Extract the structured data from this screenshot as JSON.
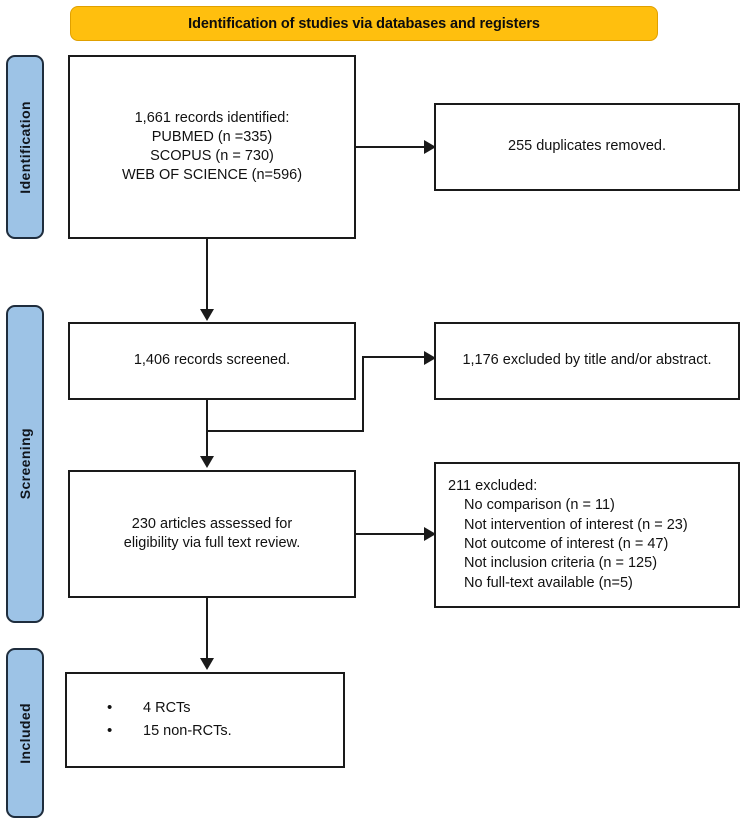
{
  "banner": {
    "title": "Identification of studies via databases and registers"
  },
  "stages": [
    {
      "id": "identification",
      "label": "Identification"
    },
    {
      "id": "screening",
      "label": "Screening"
    },
    {
      "id": "included",
      "label": "Included"
    }
  ],
  "boxes": {
    "records": {
      "lines": [
        "1,661 records identified:",
        "PUBMED (n =335)",
        "SCOPUS (n = 730)",
        "WEB OF SCIENCE (n=596)"
      ]
    },
    "duplicates": {
      "lines": [
        "255 duplicates removed."
      ]
    },
    "screened": {
      "lines": [
        "1,406 records screened."
      ]
    },
    "excluded_title": {
      "lines": [
        "1,176 excluded by title and/or abstract."
      ]
    },
    "eligibility": {
      "lines": [
        "230 articles assessed for",
        "eligibility via full text review."
      ]
    },
    "excluded_reasons": {
      "heading": "211 excluded:",
      "items": [
        "No comparison (n = 11)",
        "Not intervention of interest (n = 23)",
        "Not outcome of interest (n = 47)",
        "Not inclusion criteria (n = 125)",
        "No full-text available (n=5)"
      ]
    },
    "included": {
      "bullet_glyph": "•",
      "items": [
        "4 RCTs",
        "15 non-RCTs."
      ]
    }
  },
  "colors": {
    "banner_fill": "#FFBF0E",
    "stage_fill": "#9DC3E6",
    "stage_border": "#1F2D3D",
    "box_border": "#1a1a1a",
    "text": "#111111"
  }
}
